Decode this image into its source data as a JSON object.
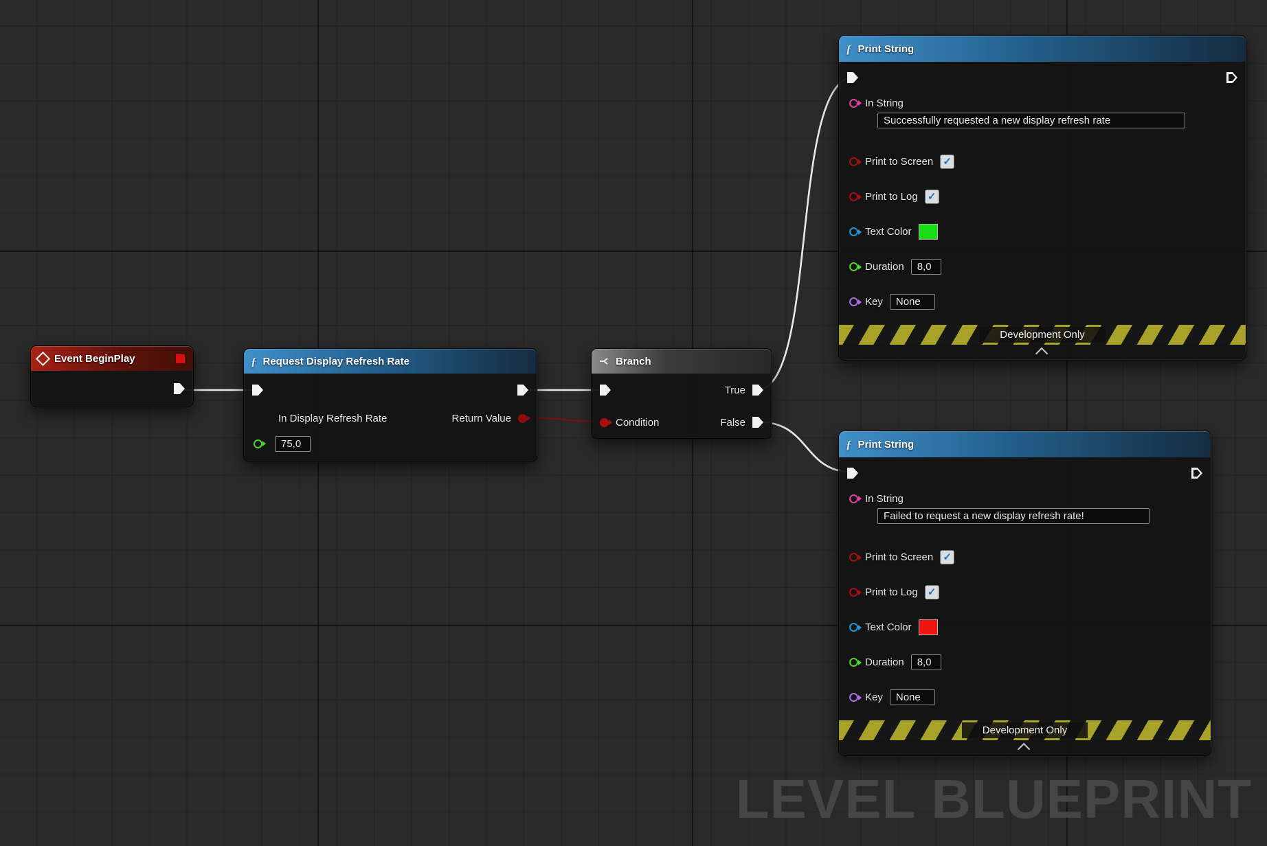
{
  "watermark": "LEVEL BLUEPRINT",
  "nodes": {
    "event_begin_play": {
      "title": "Event BeginPlay"
    },
    "request_display_refresh_rate": {
      "title": "Request Display Refresh Rate",
      "in_pin_label": "In Display Refresh Rate",
      "in_pin_value": "75,0",
      "return_pin_label": "Return Value"
    },
    "branch": {
      "title": "Branch",
      "condition_label": "Condition",
      "true_label": "True",
      "false_label": "False"
    },
    "print_string_success": {
      "title": "Print String",
      "in_string_label": "In String",
      "in_string_value": "Successfully requested a new display refresh rate",
      "print_to_screen_label": "Print to Screen",
      "print_to_screen_checked": true,
      "print_to_log_label": "Print to Log",
      "print_to_log_checked": true,
      "text_color_label": "Text Color",
      "text_color_value": "#17dd12",
      "duration_label": "Duration",
      "duration_value": "8,0",
      "key_label": "Key",
      "key_value": "None",
      "dev_banner": "Development Only"
    },
    "print_string_fail": {
      "title": "Print String",
      "in_string_label": "In String",
      "in_string_value": "Failed to request a new display refresh rate!",
      "print_to_screen_label": "Print to Screen",
      "print_to_screen_checked": true,
      "print_to_log_label": "Print to Log",
      "print_to_log_checked": true,
      "text_color_label": "Text Color",
      "text_color_value": "#ee1410",
      "duration_label": "Duration",
      "duration_value": "8,0",
      "key_label": "Key",
      "key_value": "None",
      "dev_banner": "Development Only"
    }
  }
}
